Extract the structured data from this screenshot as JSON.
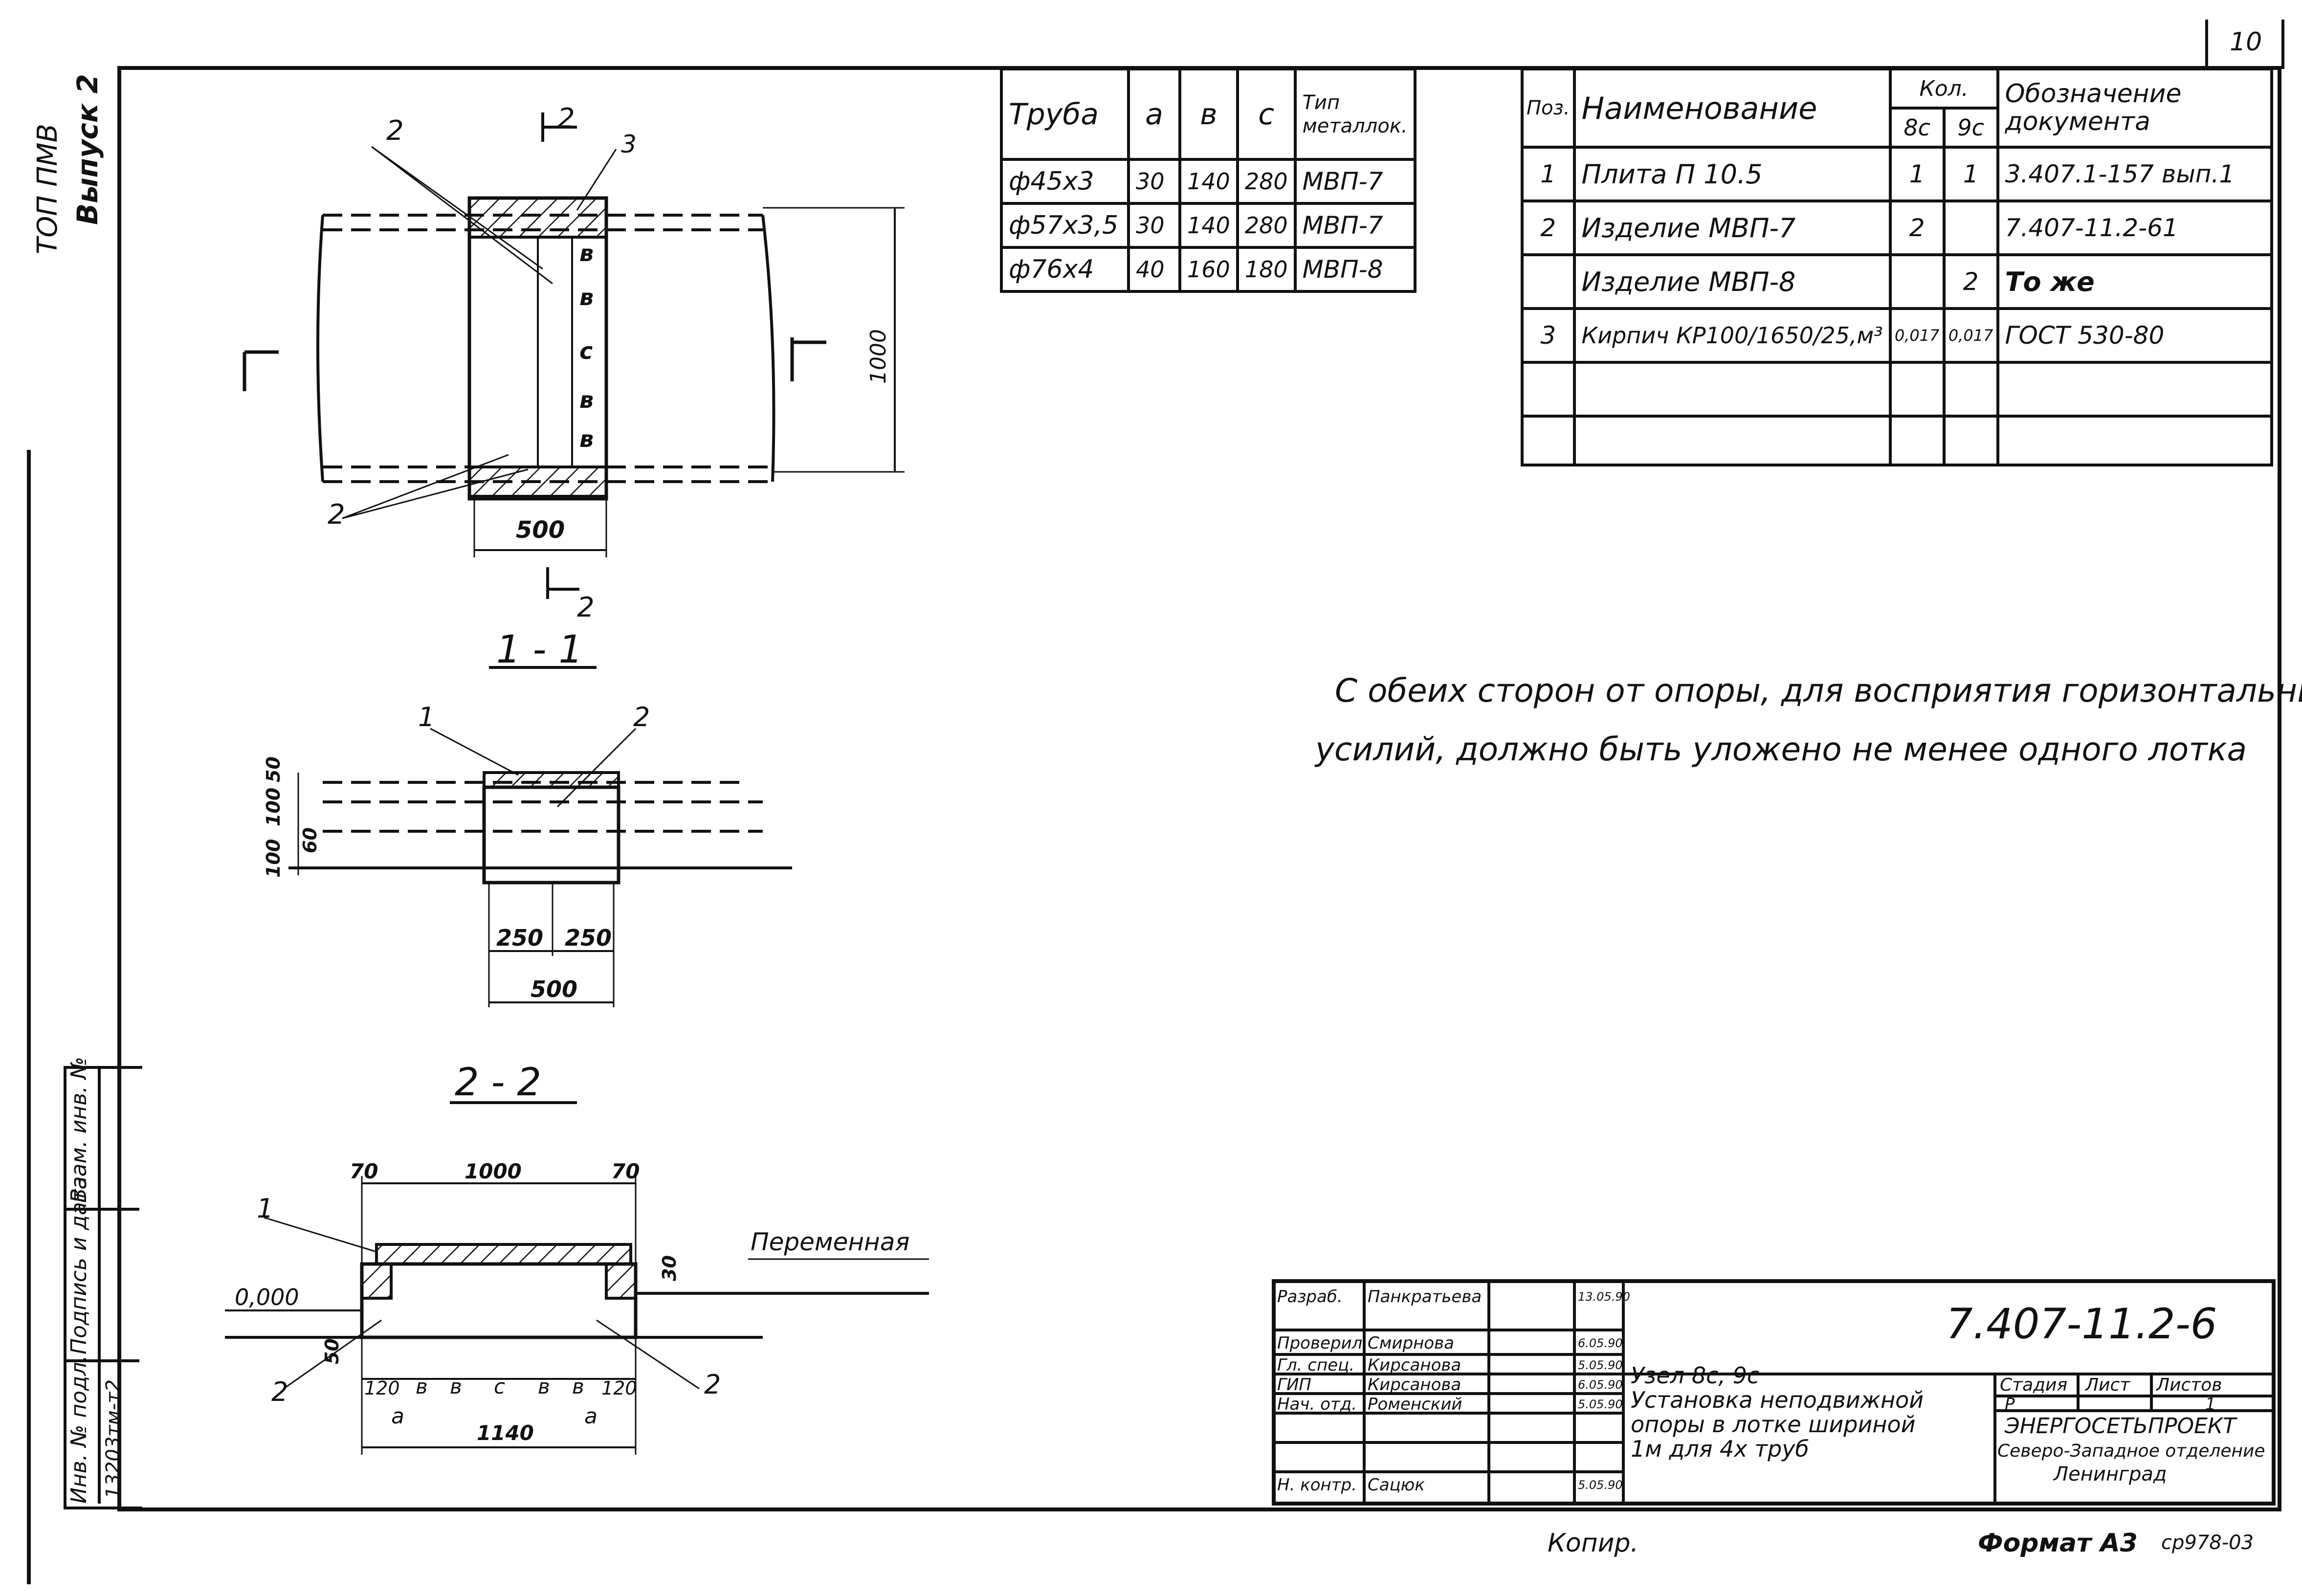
{
  "sheet": {
    "page_number": "10",
    "side_note_1": "Выпуск 2",
    "side_note_2": "ТОП ПМВ",
    "bottom_copy": "Копир.",
    "bottom_format": "Формат А3",
    "bottom_code": "ср978-03"
  },
  "pipe_table": {
    "headers": [
      "Труба",
      "а",
      "в",
      "с",
      "Тип металлок."
    ],
    "rows": [
      [
        "ф45х3",
        "30",
        "140",
        "280",
        "МВП-7"
      ],
      [
        "ф57х3,5",
        "30",
        "140",
        "280",
        "МВП-7"
      ],
      [
        "ф76х4",
        "40",
        "160",
        "180",
        "МВП-8"
      ]
    ]
  },
  "spec_table": {
    "headers": {
      "pos": "Поз.",
      "name": "Наименование",
      "qty": "Кол.",
      "qty_8c": "8с",
      "qty_9c": "9с",
      "doc": "Обозначение документа"
    },
    "rows": [
      {
        "pos": "1",
        "name": "Плита П 10.5",
        "q8": "1",
        "q9": "1",
        "doc": "3.407.1-157 вып.1"
      },
      {
        "pos": "2",
        "name": "Изделие МВП-7",
        "q8": "2",
        "q9": "",
        "doc": "7.407-11.2-61"
      },
      {
        "pos": "",
        "name": "Изделие МВП-8",
        "q8": "",
        "q9": "2",
        "doc": "То же"
      },
      {
        "pos": "3",
        "name": "Кирпич КР100/1650/25,м³",
        "q8": "0,017",
        "q9": "0,017",
        "doc": "ГОСТ 530-80"
      },
      {
        "pos": "",
        "name": "",
        "q8": "",
        "q9": "",
        "doc": ""
      },
      {
        "pos": "",
        "name": "",
        "q8": "",
        "q9": "",
        "doc": ""
      }
    ]
  },
  "note": {
    "line1": "С обеих сторон от опоры, для восприятия горизонтальных",
    "line2": "усилий, должно быть уложено не менее одного лотка"
  },
  "plan_view": {
    "callout_2_top": "2",
    "callout_3": "3",
    "callout_2_bottom": "2",
    "section_mark_top": "2",
    "section_mark_bottom": "2",
    "dim_1000": "1000",
    "dim_500": "500",
    "marks": [
      "в",
      "в",
      "с",
      "в",
      "в"
    ]
  },
  "section_11": {
    "title": "1 - 1",
    "callout_1": "1",
    "callout_2": "2",
    "dim_50": "50",
    "dim_100a": "100",
    "dim_60": "60",
    "dim_100b": "100",
    "dim_250a": "250",
    "dim_250b": "250",
    "dim_500": "500"
  },
  "section_22": {
    "title": "2 - 2",
    "dim_70a": "70",
    "dim_1000": "1000",
    "dim_70b": "70",
    "callout_1": "1",
    "callout_2a": "2",
    "callout_2b": "2",
    "level_label": "0,000",
    "variable_label": "Переменная",
    "dim_30": "30",
    "dim_50": "50",
    "bottom_dims": [
      "120",
      "в",
      "в",
      "с",
      "в",
      "в",
      "120"
    ],
    "mark_a1": "а",
    "mark_a2": "а",
    "dim_1140": "1140"
  },
  "left_strip": {
    "cell_1": "Взам. инв. №",
    "cell_2": "Подпись и дата",
    "cell_3": "Инв. № подл.",
    "cell_3b": "13203тм-т2"
  },
  "title_block": {
    "code": "7.407-11.2-6",
    "rows": [
      {
        "role": "Разраб.",
        "name": "Панкратьева",
        "date": "13.05.90"
      },
      {
        "role": "Проверил",
        "name": "Смирнова",
        "date": "6.05.90"
      },
      {
        "role": "Гл. спец.",
        "name": "Кирсанова",
        "date": "5.05.90"
      },
      {
        "role": "ГИП",
        "name": "Кирсанова",
        "date": "6.05.90"
      },
      {
        "role": "Нач. отд.",
        "name": "Роменский",
        "date": "5.05.90"
      },
      {
        "role": "",
        "name": "",
        "date": ""
      },
      {
        "role": "Н. контр.",
        "name": "Сацюк",
        "date": "5.05.90"
      }
    ],
    "description_1": "Узел 8с, 9с",
    "description_2": "Установка неподвижной",
    "description_3": "опоры в лотке шириной",
    "description_4": "1м для 4х труб",
    "stage_label": "Стадия",
    "sheet_label": "Лист",
    "sheets_label": "Листов",
    "stage_value": "Р",
    "sheets_value": "1",
    "org_1": "ЭНЕРГОСЕТЬПРОЕКТ",
    "org_2": "Северо-Западное отделение",
    "org_3": "Ленинград"
  }
}
